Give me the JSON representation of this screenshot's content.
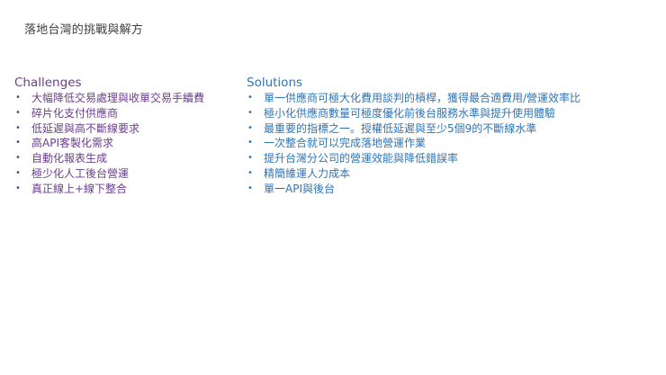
{
  "slide": {
    "title": "落地台灣的挑戰與解方",
    "colors": {
      "title": "#404040",
      "challenges": "#6b3d8f",
      "solutions": "#2e75b6"
    }
  },
  "challenges": {
    "heading": "Challenges",
    "bullet_icon": "•",
    "items": [
      "大幅降低交易處理與收單交易手續費",
      "碎片化支付供應商",
      "低延遲與高不斷線要求",
      "高API客製化需求",
      "自動化報表生成",
      "極少化人工後台營運",
      "真正線上+線下整合"
    ]
  },
  "solutions": {
    "heading": "Solutions",
    "bullet_icon": "•",
    "items": [
      "單一供應商可極大化費用談判的槓桿，獲得最合適費用/營運效率比",
      "極小化供應商數量可極度優化前後台服務水準與提升使用體驗",
      "最重要的指標之一。授權低延遲與至少5個9的不斷線水準",
      "一次整合就可以完成落地營運作業",
      "提升台灣分公司的營運效能與降低錯誤率",
      "精簡維運人力成本",
      "單一API與後台"
    ]
  }
}
